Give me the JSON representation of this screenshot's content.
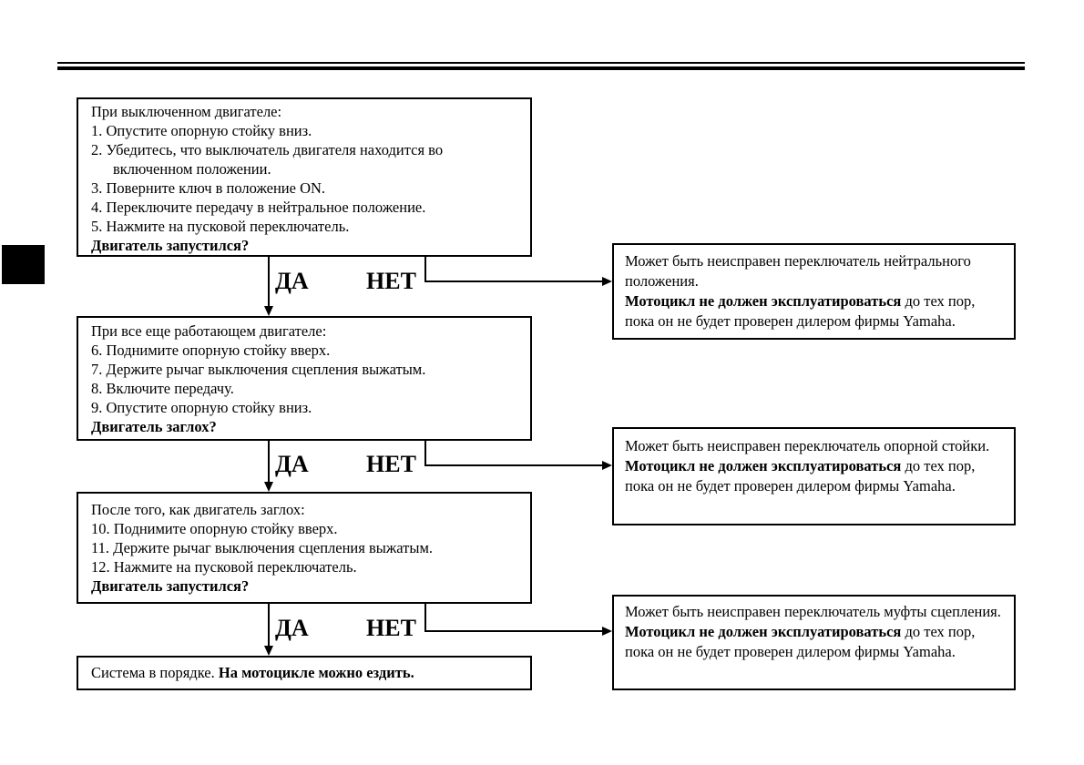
{
  "flowchart": {
    "yes_label": "ДА",
    "no_label": "НЕТ",
    "procedure_boxes": [
      {
        "intro": "При выключенном двигателе:",
        "steps": [
          "1. Опустите опорную стойку вниз.",
          "2. Убедитесь, что выключатель двигателя находится во включенном положении.",
          "3. Поверните ключ в положение ON.",
          "4. Переключите передачу в нейтральное положение.",
          "5. Нажмите на пусковой переключатель."
        ],
        "question": "Двигатель запустился?"
      },
      {
        "intro": "При все еще работающем двигателе:",
        "steps": [
          "6. Поднимите опорную стойку вверх.",
          "7. Держите рычаг выключения сцепления выжатым.",
          "8. Включите передачу.",
          "9. Опустите опорную стойку вниз."
        ],
        "question": "Двигатель заглох?"
      },
      {
        "intro": "После того, как двигатель заглох:",
        "steps": [
          "10. Поднимите опорную стойку вверх.",
          "11. Держите рычаг выключения сцепления выжатым.",
          "12. Нажмите на пусковой переключатель."
        ],
        "question": "Двигатель запустился?"
      }
    ],
    "fault_boxes": [
      {
        "diagnosis": "Может быть неисправен переключатель нейтрального положения.",
        "warning_bold": "Мотоцикл не должен эксплуатироваться",
        "warning_rest": "до тех пор, пока он не будет проверен дилером фирмы Yamaha."
      },
      {
        "diagnosis": "Может быть неисправен переключатель опорной стойки.",
        "warning_bold": "Мотоцикл не должен эксплуатироваться",
        "warning_rest": "до тех пор, пока он не будет проверен дилером фирмы Yamaha."
      },
      {
        "diagnosis": "Может быть неисправен переключатель муфты сцепления.",
        "warning_bold": "Мотоцикл не должен эксплуатироваться",
        "warning_rest": "до тех пор, пока он не будет проверен дилером фирмы Yamaha."
      }
    ],
    "result_box": {
      "normal": "Система в порядке.",
      "bold": "На мотоцикле можно ездить."
    }
  }
}
